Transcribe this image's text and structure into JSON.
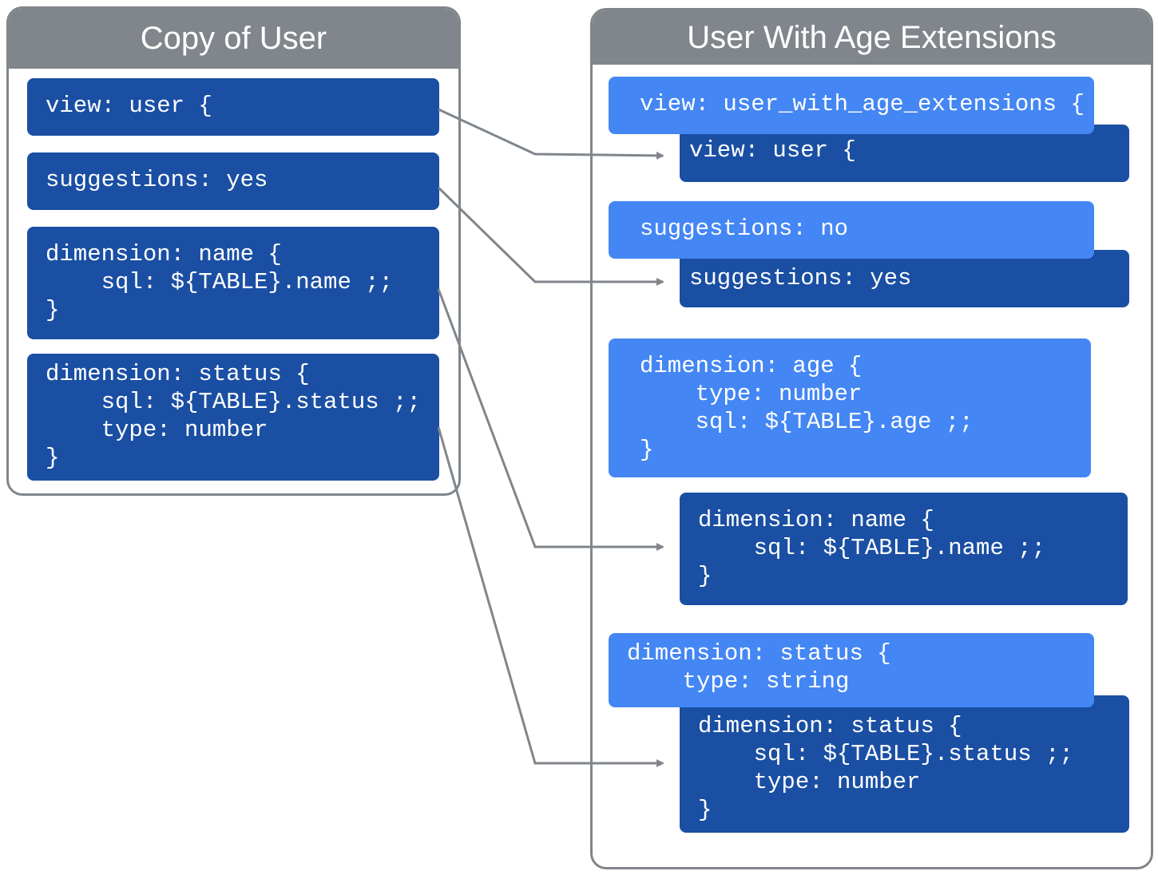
{
  "left_panel": {
    "title": "Copy of User",
    "blocks": [
      "view: user {",
      "suggestions: yes",
      "dimension: name {\n    sql: ${TABLE}.name ;;\n}",
      "dimension: status {\n    sql: ${TABLE}.status ;;\n    type: number\n}"
    ]
  },
  "right_panel": {
    "title": "User With Age Extensions",
    "extension_blocks": [
      "view: user_with_age_extensions {",
      "suggestions: no",
      "dimension: age {\n    type: number\n    sql: ${TABLE}.age ;;\n}",
      "dimension: status {\n    type: string"
    ],
    "inherited_blocks": [
      "view: user {",
      "suggestions: yes",
      "dimension: name {\n    sql: ${TABLE}.name ;;\n}",
      "dimension: status {\n    sql: ${TABLE}.status ;;\n    type: number\n}"
    ]
  },
  "colors": {
    "inherited_block": "#1a4fa3",
    "extension_block": "#4486f4",
    "frame_gray": "#80868b"
  }
}
